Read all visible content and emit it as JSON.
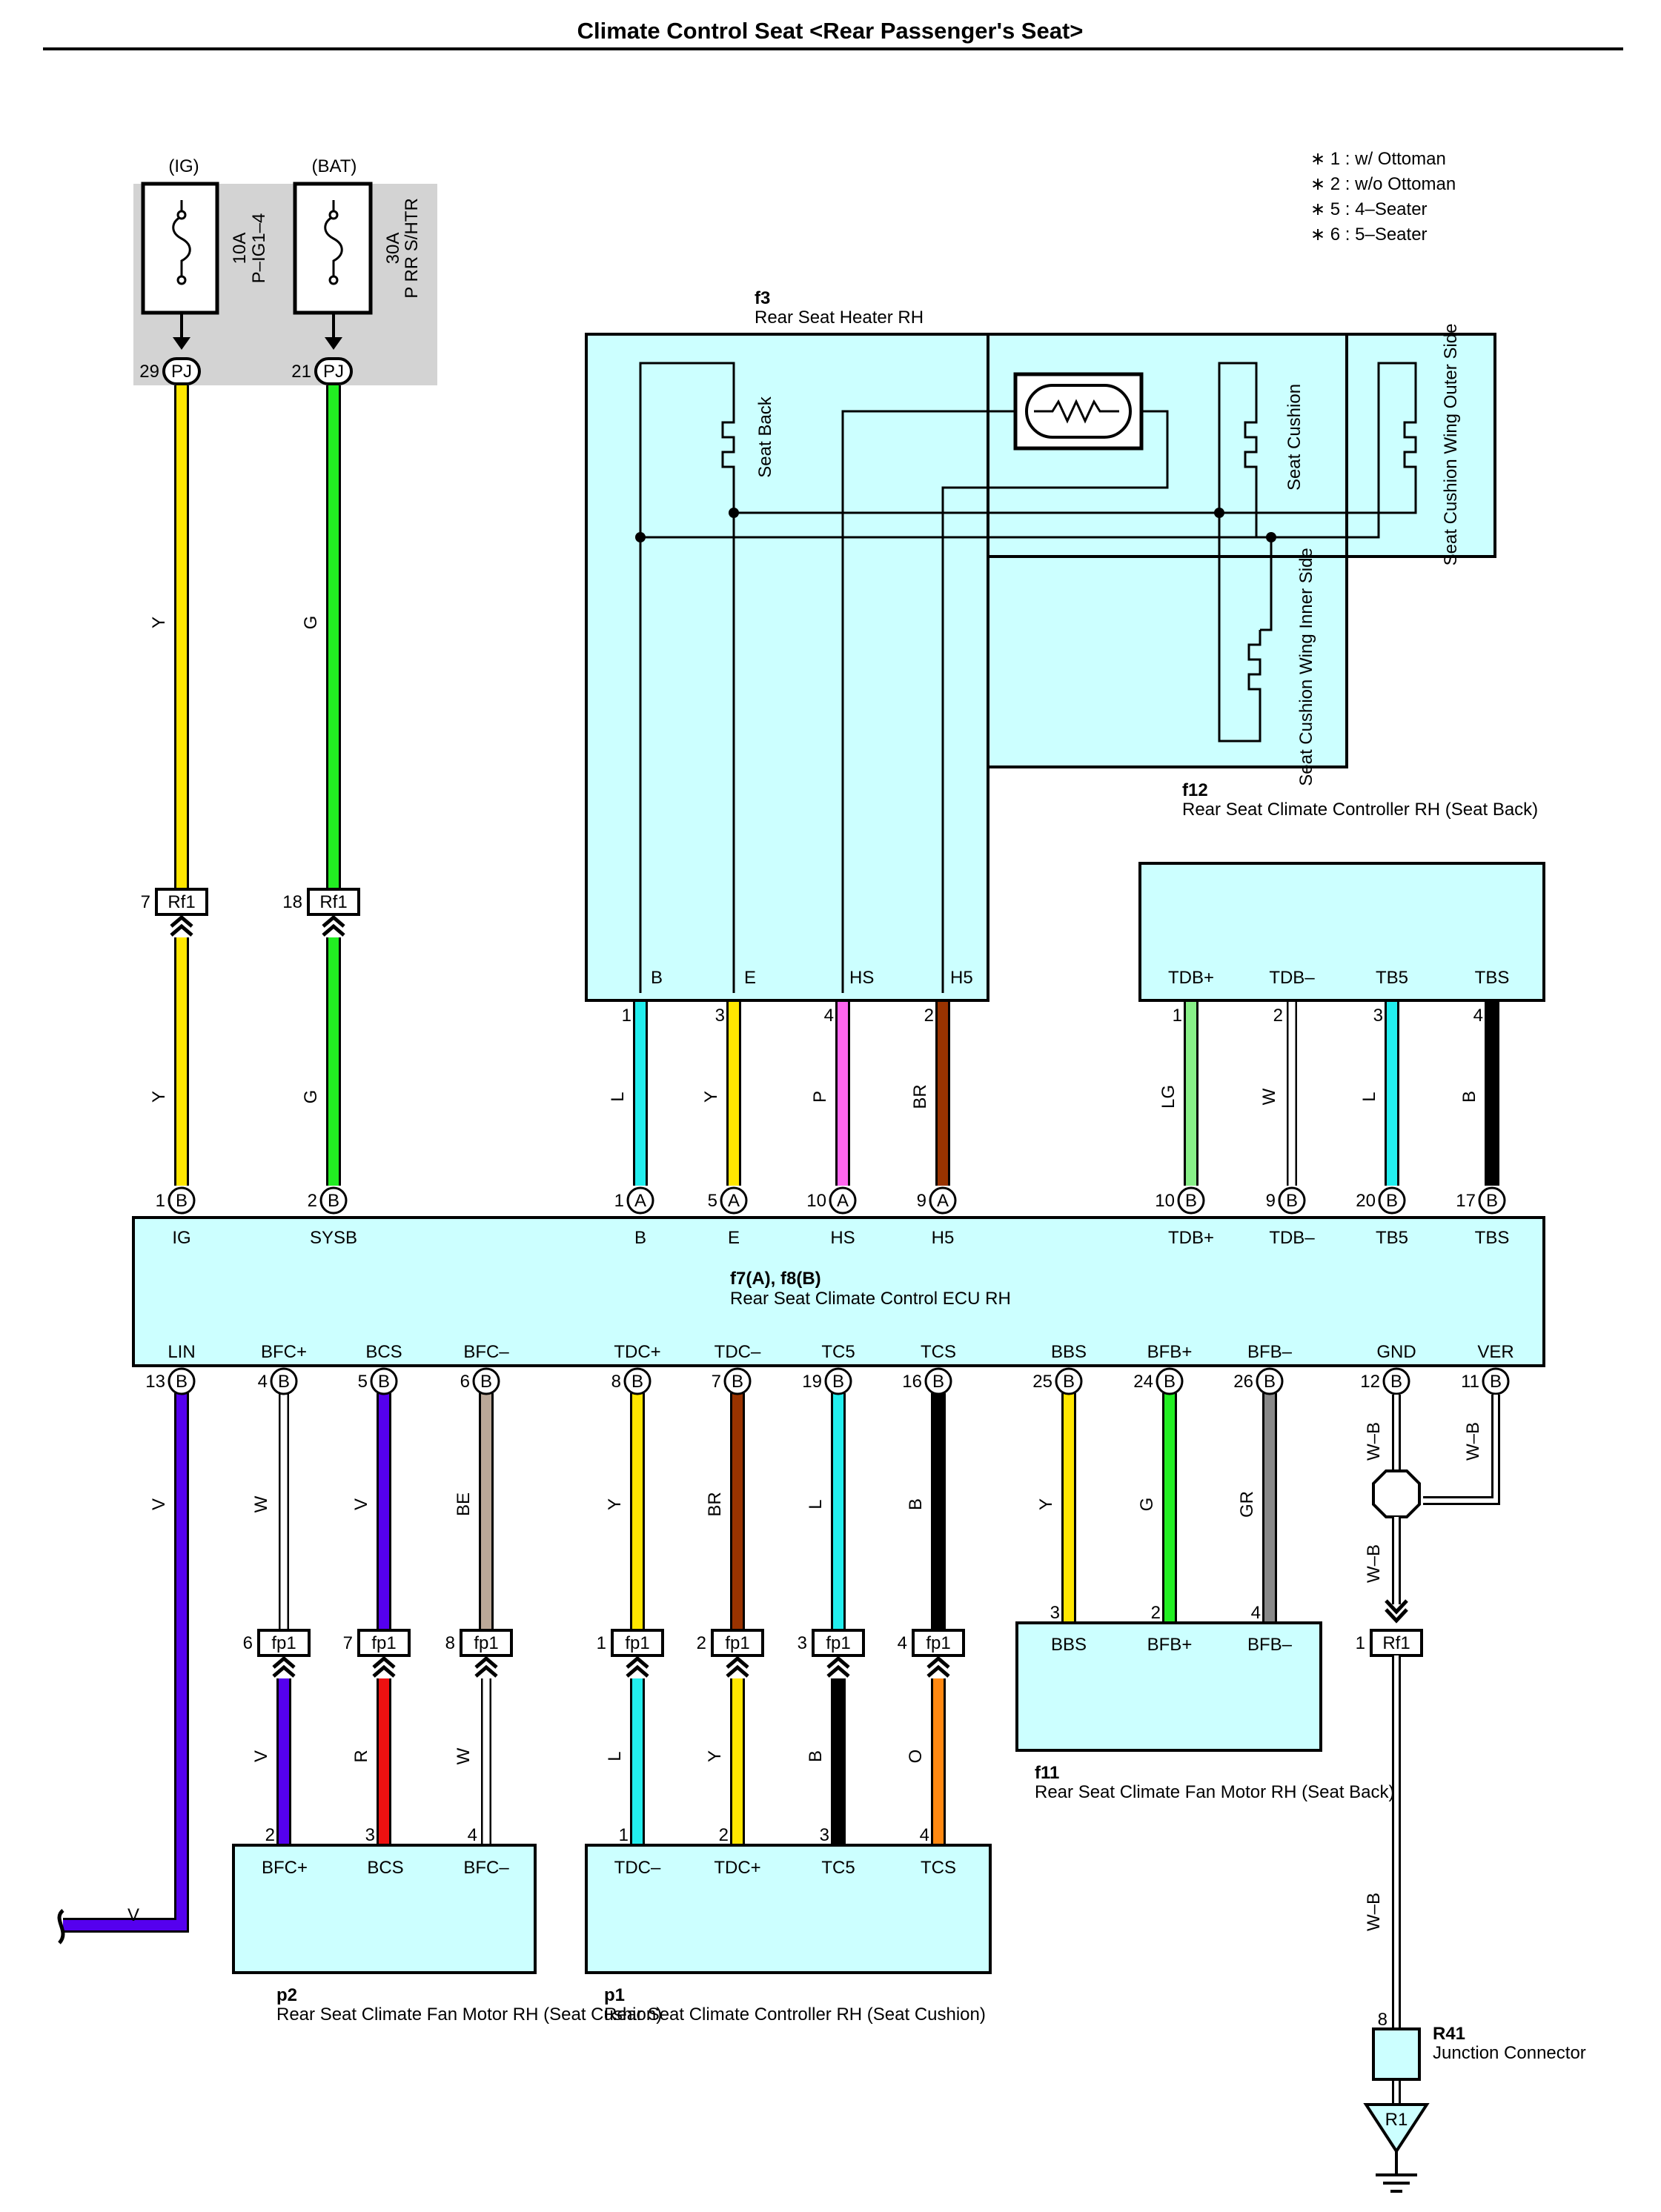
{
  "title": "Climate Control Seat <Rear Passenger's Seat>",
  "notes": [
    "∗ 1 : w/ Ottoman",
    "∗ 2 : w/o Ottoman",
    "∗ 5 : 4–Seater",
    "∗ 6 : 5–Seater"
  ],
  "fuses": {
    "ig": {
      "source": "(IG)",
      "rating": "10A",
      "name": "P–IG1–4",
      "pin": "29",
      "connector": "PJ"
    },
    "bat": {
      "source": "(BAT)",
      "rating": "30A",
      "name": "P RR S/HTR",
      "pin": "21",
      "connector": "PJ"
    }
  },
  "f3": {
    "id": "f3",
    "name": "Rear Seat Heater RH",
    "elements": [
      "Seat Back",
      "Seat Cushion",
      "Seat Cushion Wing Outer Side",
      "Seat Cushion Wing Inner Side"
    ],
    "terminals": [
      {
        "name": "B",
        "pin": "1",
        "color": "L"
      },
      {
        "name": "E",
        "pin": "3",
        "color": "Y"
      },
      {
        "name": "HS",
        "pin": "4",
        "color": "P"
      },
      {
        "name": "H5",
        "pin": "2",
        "color": "BR"
      }
    ]
  },
  "f12": {
    "id": "f12",
    "name": "Rear Seat Climate Controller RH (Seat Back)",
    "terminals": [
      {
        "name": "TDB+",
        "pin": "1",
        "color": "LG"
      },
      {
        "name": "TDB–",
        "pin": "2",
        "color": "W"
      },
      {
        "name": "TB5",
        "pin": "3",
        "color": "L"
      },
      {
        "name": "TBS",
        "pin": "4",
        "color": "B"
      }
    ]
  },
  "rf1": {
    "connector": "Rf1",
    "ig_pin": "7",
    "bat_pin": "18",
    "gnd_pin": "1"
  },
  "ecu": {
    "id": "f7(A), f8(B)",
    "name": "Rear Seat Climate Control ECU RH",
    "top": [
      {
        "name": "IG",
        "pin": "1",
        "conn": "B",
        "color": "Y"
      },
      {
        "name": "SYSB",
        "pin": "2",
        "conn": "B",
        "color": "G"
      },
      {
        "name": "B",
        "pin": "1",
        "conn": "A"
      },
      {
        "name": "E",
        "pin": "5",
        "conn": "A"
      },
      {
        "name": "HS",
        "pin": "10",
        "conn": "A"
      },
      {
        "name": "H5",
        "pin": "9",
        "conn": "A"
      },
      {
        "name": "TDB+",
        "pin": "10",
        "conn": "B"
      },
      {
        "name": "TDB–",
        "pin": "9",
        "conn": "B"
      },
      {
        "name": "TB5",
        "pin": "20",
        "conn": "B"
      },
      {
        "name": "TBS",
        "pin": "17",
        "conn": "B"
      }
    ],
    "bottom": [
      {
        "name": "LIN",
        "pin": "13",
        "conn": "B",
        "color": "V"
      },
      {
        "name": "BFC+",
        "pin": "4",
        "conn": "B",
        "color": "W"
      },
      {
        "name": "BCS",
        "pin": "5",
        "conn": "B",
        "color": "V"
      },
      {
        "name": "BFC–",
        "pin": "6",
        "conn": "B",
        "color": "BE"
      },
      {
        "name": "TDC+",
        "pin": "8",
        "conn": "B",
        "color": "Y"
      },
      {
        "name": "TDC–",
        "pin": "7",
        "conn": "B",
        "color": "BR"
      },
      {
        "name": "TC5",
        "pin": "19",
        "conn": "B",
        "color": "L"
      },
      {
        "name": "TCS",
        "pin": "16",
        "conn": "B",
        "color": "B"
      },
      {
        "name": "BBS",
        "pin": "25",
        "conn": "B",
        "color": "Y"
      },
      {
        "name": "BFB+",
        "pin": "24",
        "conn": "B",
        "color": "G"
      },
      {
        "name": "BFB–",
        "pin": "26",
        "conn": "B",
        "color": "GR"
      },
      {
        "name": "GND",
        "pin": "12",
        "conn": "B",
        "color": "W–B"
      },
      {
        "name": "VER",
        "pin": "11",
        "conn": "B",
        "color": "W–B"
      }
    ]
  },
  "fp1": {
    "connector": "fp1",
    "pins": [
      "6",
      "7",
      "8",
      "1",
      "2",
      "3",
      "4"
    ],
    "lower_colors": [
      "V",
      "R",
      "W",
      "L",
      "Y",
      "B",
      "O"
    ]
  },
  "p2": {
    "id": "p2",
    "name": "Rear Seat Climate Fan Motor RH (Seat Cushion)",
    "terminals": [
      {
        "name": "BFC+",
        "pin": "2"
      },
      {
        "name": "BCS",
        "pin": "3"
      },
      {
        "name": "BFC–",
        "pin": "4"
      }
    ]
  },
  "p1": {
    "id": "p1",
    "name": "Rear Seat Climate Controller RH (Seat Cushion)",
    "terminals": [
      {
        "name": "TDC–",
        "pin": "1"
      },
      {
        "name": "TDC+",
        "pin": "2"
      },
      {
        "name": "TC5",
        "pin": "3"
      },
      {
        "name": "TCS",
        "pin": "4"
      }
    ]
  },
  "f11": {
    "id": "f11",
    "name": "Rear Seat Climate Fan Motor RH (Seat Back)",
    "terminals": [
      {
        "name": "BBS",
        "pin": "3"
      },
      {
        "name": "BFB+",
        "pin": "2"
      },
      {
        "name": "BFB–",
        "pin": "4"
      }
    ]
  },
  "lin_wire_color": "V",
  "ground_wire_color": "W–B",
  "r41": {
    "id": "R41",
    "name": "Junction Connector",
    "pin": "8"
  },
  "ground_label": "R1",
  "wire_colors": {
    "Y": "#ffe600",
    "G": "#22ee22",
    "L": "#22eeee",
    "P": "#ff66ee",
    "BR": "#993300",
    "LG": "#88f088",
    "W": "#ffffff",
    "B": "#000000",
    "V": "#5500ee",
    "BE": "#bba898",
    "GR": "#888888",
    "R": "#ee1111",
    "O": "#ff8811"
  }
}
